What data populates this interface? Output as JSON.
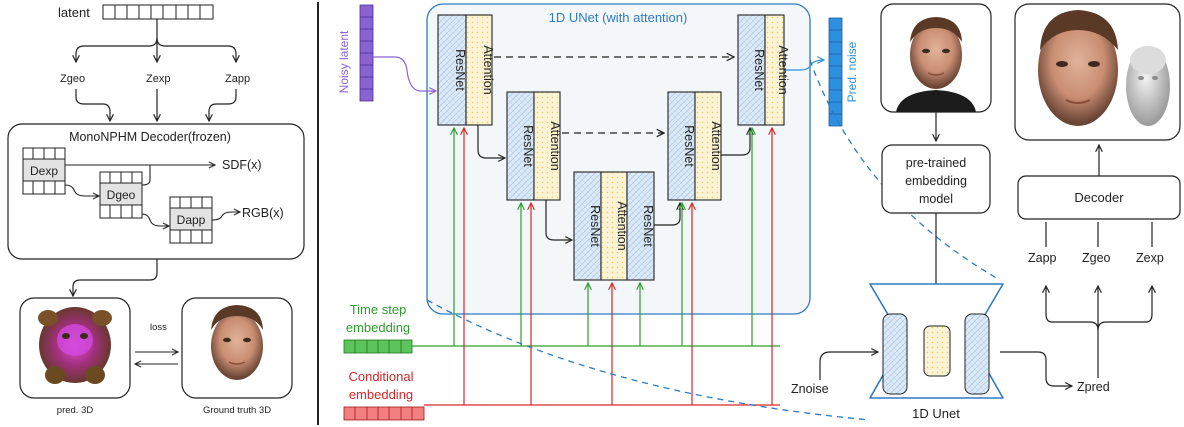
{
  "left": {
    "latent_label": "latent",
    "z_geo": "Zgeo",
    "z_exp": "Zexp",
    "z_app": "Zapp",
    "decoder_title": "MonoNPHM Decoder(frozen)",
    "d_exp": "Dexp",
    "d_geo": "Dgeo",
    "d_app": "Dapp",
    "sdf_out": "SDF(x)",
    "rgb_out": "RGB(x)",
    "loss": "loss",
    "pred_caption": "pred. 3D",
    "gt_caption": "Ground truth 3D"
  },
  "unet": {
    "title": "1D UNet (with attention)",
    "noisy_latent": "Noisy latent",
    "pred_noise": "Pred. noise",
    "resnet": "ResNet",
    "attention": "Attention",
    "time_step_line1": "Time step",
    "time_step_line2": "embedding",
    "cond_line1": "Conditional",
    "cond_line2": "embedding"
  },
  "right": {
    "embed_line1": "pre-trained",
    "embed_line2": "embedding",
    "embed_line3": "model",
    "decoder": "Decoder",
    "z_app": "Zapp",
    "z_geo": "Zgeo",
    "z_exp": "Zexp",
    "z_noise": "Znoise",
    "z_pred": "Zpred",
    "unet_caption": "1D Unet"
  },
  "colors": {
    "unet_border": "#2e7bc4",
    "unet_fill": "#f4f7fa",
    "noisy_latent": "#8a63d2",
    "pred_noise": "#2f8fdf",
    "time_step": "#2ca02c",
    "conditional": "#d62728",
    "resnet_fill": "#dde9f6",
    "attention_fill": "#fbf3d4"
  }
}
